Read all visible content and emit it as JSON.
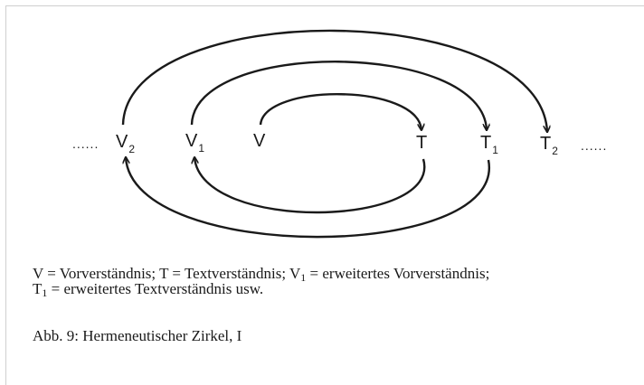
{
  "diagram": {
    "nodes": [
      {
        "id": "V2",
        "main": "V",
        "sub": "2"
      },
      {
        "id": "V1",
        "main": "V",
        "sub": "1"
      },
      {
        "id": "V",
        "main": "V",
        "sub": ""
      },
      {
        "id": "T",
        "main": "T",
        "sub": ""
      },
      {
        "id": "T1",
        "main": "T",
        "sub": "1"
      },
      {
        "id": "T2",
        "main": "T",
        "sub": "2"
      }
    ],
    "left_dots": "......",
    "right_dots": "......",
    "edges": [
      {
        "from": "V",
        "to": "T"
      },
      {
        "from": "T",
        "to": "V1"
      },
      {
        "from": "V1",
        "to": "T1"
      },
      {
        "from": "T1",
        "to": "V2"
      },
      {
        "from": "V2",
        "to": "T2"
      }
    ]
  },
  "legend": {
    "line1_a": "V = Vorverständnis; T = Textverständnis; V",
    "line1_sub": "1",
    "line1_b": " = erweitertes Vorverständnis;",
    "line2_a": "T",
    "line2_sub": "1",
    "line2_b": " = erweitertes Textverständnis usw."
  },
  "caption": "Abb. 9: Hermeneutischer Zirkel, I"
}
